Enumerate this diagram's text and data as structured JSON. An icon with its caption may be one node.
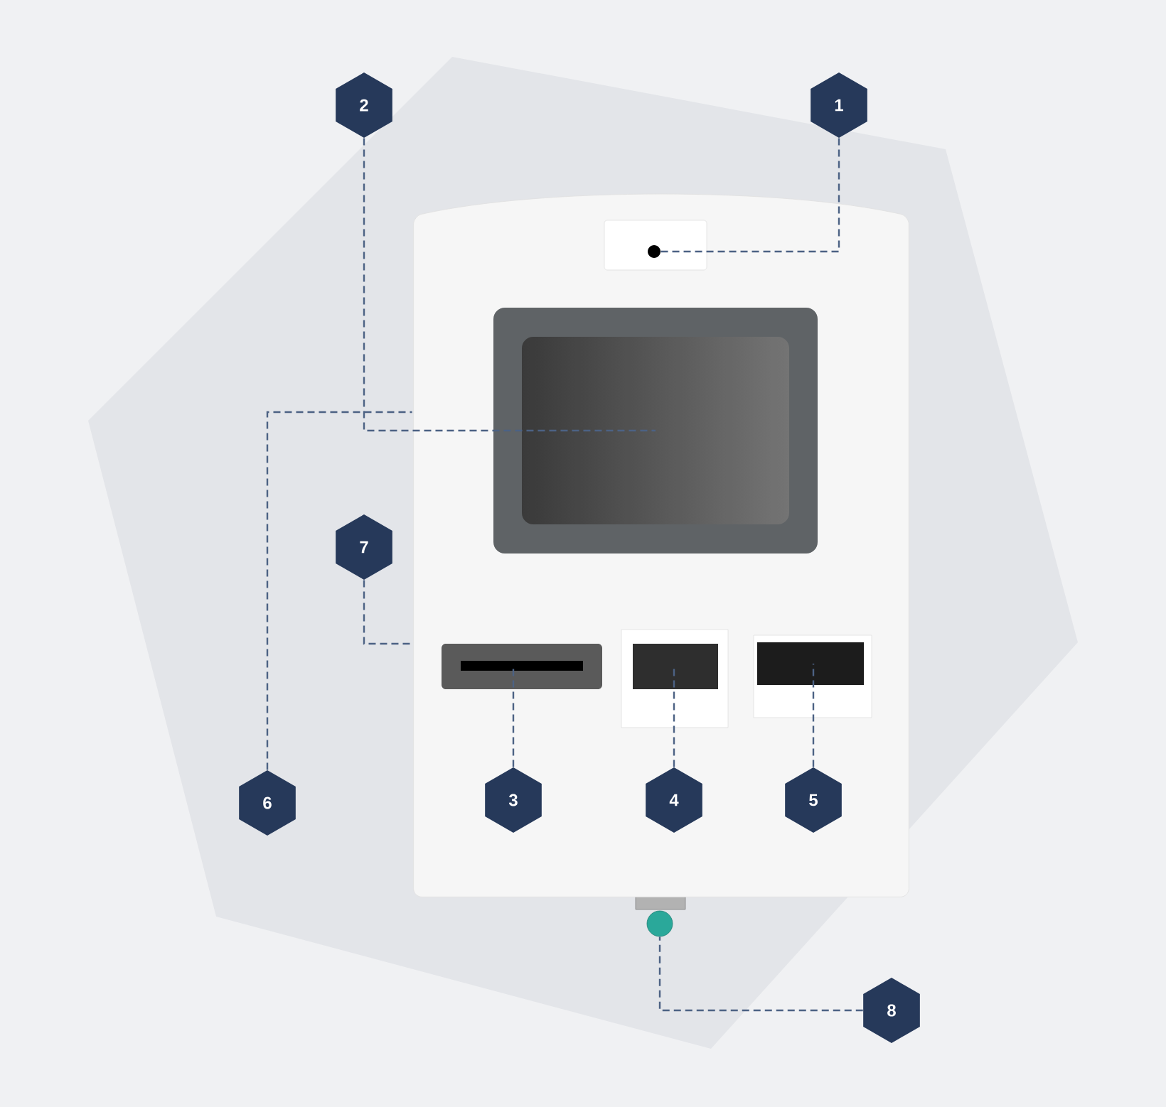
{
  "diagram": {
    "nodes": [
      {
        "text": [
          "1"
        ]
      },
      {
        "text": [
          "2"
        ]
      },
      {
        "text": [
          "3"
        ],
        "in": 8
      },
      {
        "text": [
          "4"
        ],
        "in": 8
      },
      {
        "text": [
          "5"
        ],
        "in": 8
      },
      {
        "text": [
          "6"
        ]
      },
      {
        "text": [
          "7"
        ]
      },
      {
        "text": [
          "8"
        ]
      },
      {
        "text": [],
        "shape": "box"
      },
      {
        "text": [],
        "shape": "circle",
        "in": 8
      },
      {
        "text": [],
        "shape": "box",
        "in": 8
      },
      {
        "text": [],
        "shape": "box",
        "in": 8
      },
      {
        "text": [],
        "shape": "box",
        "in": 8
      },
      {
        "text": [],
        "shape": "box",
        "in": 8
      },
      {
        "text": [],
        "shape": "circle"
      }
    ],
    "edges": [
      {
        "from": 0,
        "to": 9,
        "arrow": "none"
      },
      {
        "from": 1,
        "to": 10,
        "arrow": "none"
      },
      {
        "from": 2,
        "to": 11,
        "arrow": "none"
      },
      {
        "from": 3,
        "to": 12,
        "arrow": "none"
      },
      {
        "from": 4,
        "to": 13,
        "arrow": "none"
      },
      {
        "from": 5,
        "to": 8,
        "arrow": "none"
      },
      {
        "from": 6,
        "to": 8,
        "arrow": "none"
      },
      {
        "from": 7,
        "to": 14,
        "arrow": "none"
      }
    ]
  }
}
